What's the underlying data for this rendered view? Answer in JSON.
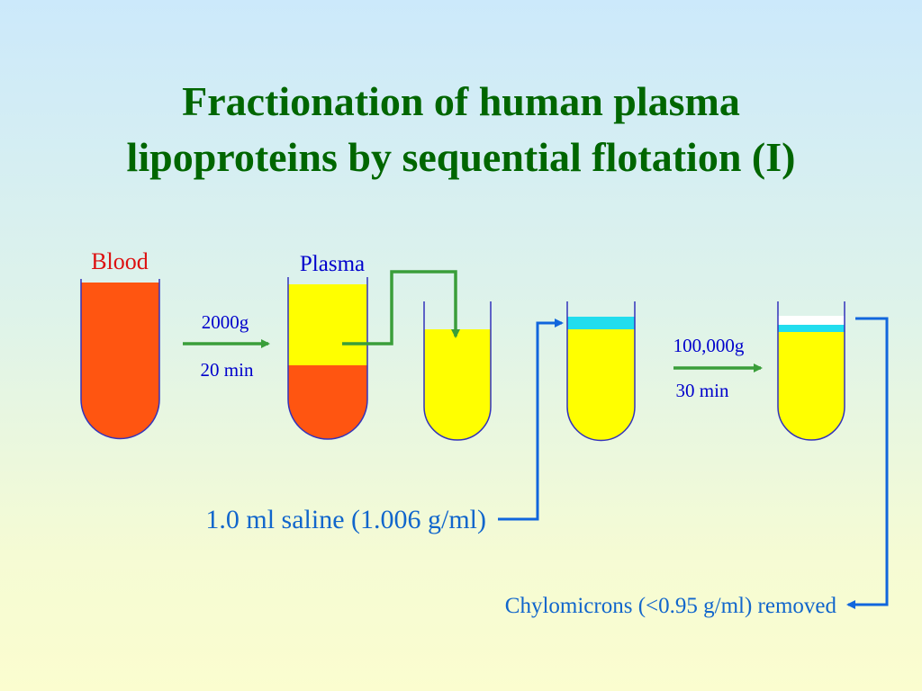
{
  "title": {
    "line1": "Fractionation of human plasma",
    "line2": "lipoproteins by sequential flotation (I)"
  },
  "labels": {
    "blood": "Blood",
    "plasma": "Plasma",
    "step1_force": "2000g",
    "step1_time": "20 min",
    "step2_force": "100,000g",
    "step2_time": "30 min",
    "saline": "1.0 ml saline (1.006 g/ml)",
    "chylomicrons": "Chylomicrons (<0.95 g/ml) removed"
  },
  "colors": {
    "title": "#006600",
    "blood": "#ff5511",
    "plasma": "#ffff00",
    "chylomicron_layer": "#22ddee",
    "green_arrow": "#3a9e3a",
    "blue_arrow": "#1166dd",
    "tube_outline": "#3333bb",
    "blood_label": "#dd1111",
    "plasma_label": "#0000cc",
    "note_text": "#1166cc"
  }
}
